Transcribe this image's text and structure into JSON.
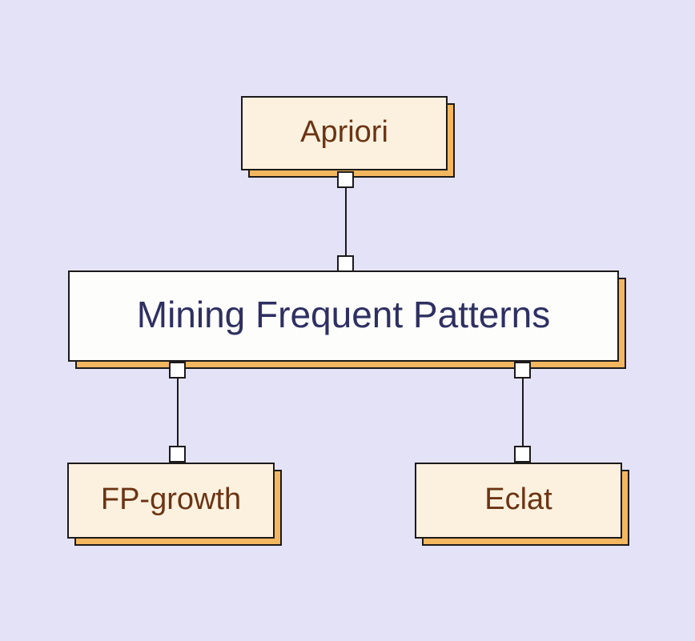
{
  "canvas": {
    "background_color": "#e4e2f7"
  },
  "diagram": {
    "type": "tree",
    "root_label": "Mining Frequent Patterns",
    "nodes": [
      {
        "id": "apriori",
        "label": "Apriori",
        "role": "child",
        "fill": "#fcf1df",
        "text_color": "#6b3413"
      },
      {
        "id": "root",
        "label": "Mining Frequent Patterns",
        "role": "root",
        "fill": "#fdfdfc",
        "text_color": "#2e3062"
      },
      {
        "id": "fpgrowth",
        "label": "FP-growth",
        "role": "child",
        "fill": "#fcf1df",
        "text_color": "#6b3413"
      },
      {
        "id": "eclat",
        "label": "Eclat",
        "role": "child",
        "fill": "#fcf1df",
        "text_color": "#6b3413"
      }
    ],
    "edges": [
      {
        "from": "apriori",
        "to": "root"
      },
      {
        "from": "root",
        "to": "fpgrowth"
      },
      {
        "from": "root",
        "to": "eclat"
      }
    ],
    "style": {
      "shadow_color": "#f4b75f",
      "border_color": "#1c1a1a",
      "connector_handle_fill": "#ffffff"
    }
  }
}
